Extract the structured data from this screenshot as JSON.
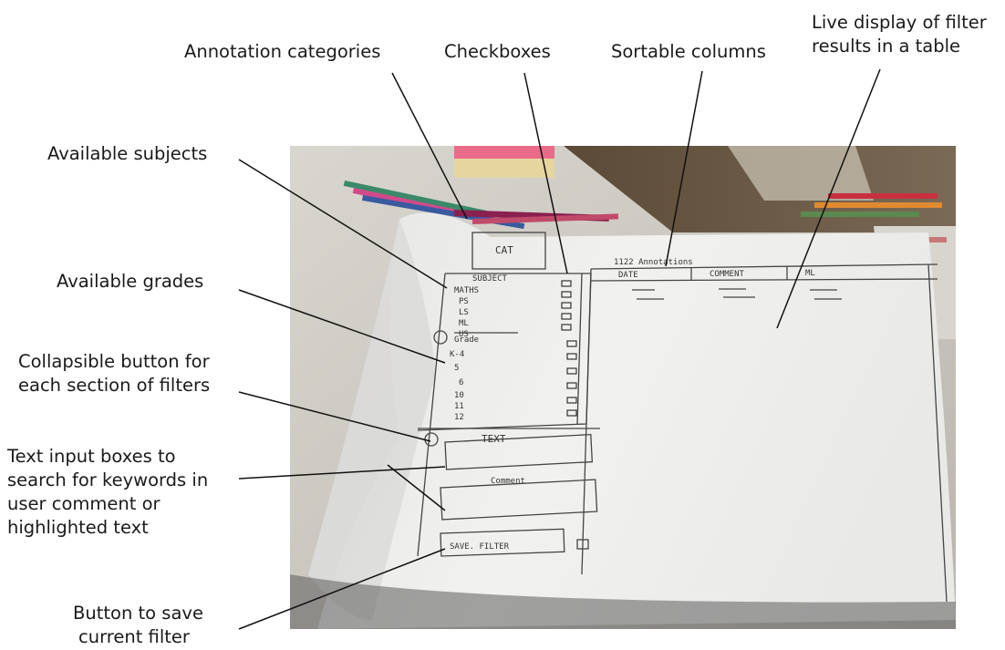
{
  "labels": {
    "annotation_categories": "Annotation categories",
    "checkboxes": "Checkboxes",
    "sortable_columns": "Sortable columns",
    "live_display_line1": "Live display of filter",
    "live_display_line2": "results in a table",
    "available_subjects": "Available subjects",
    "available_grades": "Available grades",
    "collapsible_line1": "Collapsible button for",
    "collapsible_line2": "each section of filters",
    "text_input_line1": "Text input boxes to",
    "text_input_line2": "search for keywords in",
    "text_input_line3": "user comment or",
    "text_input_line4": "highlighted text",
    "save_button_line1": "Button to save",
    "save_button_line2": "current filter"
  },
  "sketch": {
    "category_box": "CAT",
    "subject_header": "SUBJECT",
    "subjects": [
      "MATHS",
      "PS",
      "LS",
      "ML",
      "US"
    ],
    "grade_header": "Grade",
    "grades": [
      "K-4",
      "5",
      "6",
      "10",
      "11",
      "12"
    ],
    "count_text": "1122 Annotations",
    "columns": [
      "DATE",
      "COMMENT",
      "ML"
    ],
    "text_header": "TEXT",
    "comment_label": "Comment",
    "save_filter": "SAVE. FILTER"
  }
}
